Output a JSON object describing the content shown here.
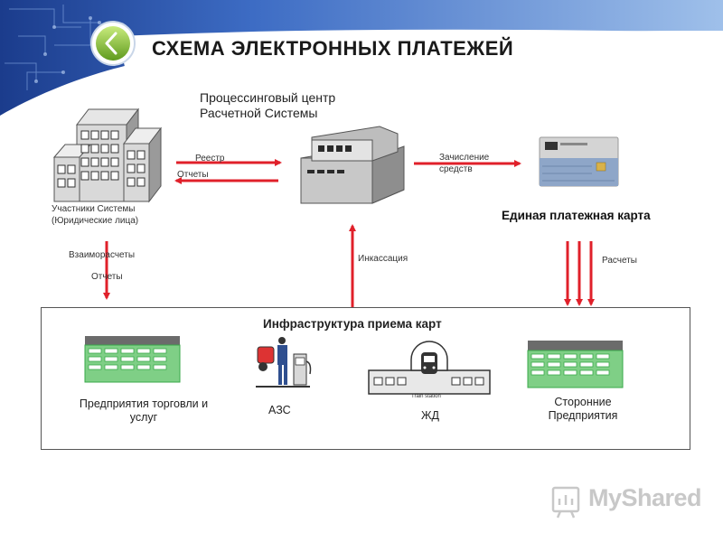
{
  "title": "СХЕМА ЭЛЕКТРОННЫХ ПЛАТЕЖЕЙ",
  "processing_center": {
    "line1": "Процессинговый центр",
    "line2": "Расчетной Системы"
  },
  "participants": {
    "line1": "Участники Системы",
    "line2": "(Юридические лица)"
  },
  "arrows": {
    "registry": "Реестр",
    "reports_top": "Отчеты",
    "crediting_line1": "Зачисление",
    "crediting_line2": "средств",
    "settlements_mutual": "Взаиморасчеты",
    "reports_left": "Отчеты",
    "collection": "Инкассация",
    "settlements": "Расчеты"
  },
  "card_label": "Единая платежная карта",
  "infrastructure": {
    "title": "Инфраструктура приема карт",
    "trade_line1": "Предприятия торговли и",
    "trade_line2": "услуг",
    "gas_station": "АЗС",
    "railway": "ЖД",
    "train_sign": "Train station",
    "third_line1": "Сторонние",
    "third_line2": "Предприятия"
  },
  "watermark": "MyShared",
  "colors": {
    "arrow": "#e0202a",
    "building_green": "#3aa84a",
    "header_blue": "#2a4aa0"
  },
  "icons": [
    "back-arrow-icon",
    "office-building-icon",
    "processing-center-icon",
    "payment-card-icon",
    "shop-building-icon",
    "gas-station-icon",
    "train-station-icon",
    "enterprise-building-icon",
    "watermark-logo-icon"
  ]
}
